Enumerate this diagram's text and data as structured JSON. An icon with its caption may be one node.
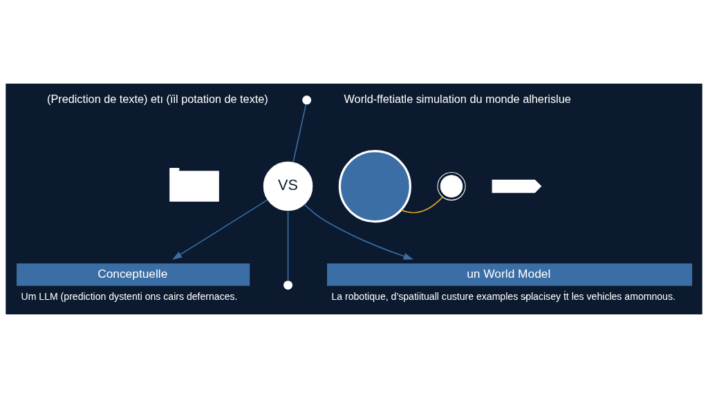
{
  "diagram": {
    "nodes": [
      {
        "text": [],
        "shape": "circle"
      },
      {
        "text": [],
        "shape": "picture"
      },
      {
        "text": [
          "VS"
        ]
      },
      {
        "text": [],
        "shape": "circle"
      },
      {
        "text": [],
        "shape": "picture"
      },
      {
        "text": [],
        "shape": "box"
      },
      {
        "text": [],
        "shape": "circle"
      },
      {
        "text": [
          "Conceptuelle"
        ],
        "beside": [
          "Um LLM (prediction dystenti ons cairs defernaces."
        ]
      },
      {
        "text": [
          "un World Model"
        ],
        "beside": [
          "La robotique, d’spatiituall custure examples s̷placisey ṫt les vehicles amomnous."
        ]
      }
    ],
    "edges": [
      {
        "from": 0,
        "to": 2,
        "arrow": "none"
      },
      {
        "from": 2,
        "to": 6,
        "arrow": "none"
      },
      {
        "from": 2,
        "to": 7,
        "arrow": "to"
      },
      {
        "from": 2,
        "to": 8,
        "arrow": "to"
      },
      {
        "from": 3,
        "to": 4,
        "arrow": "none",
        "color": "#e0a526"
      }
    ],
    "labels": [
      "(Prediction de texte) etı (ïil potation de texte)",
      "World-ffetiatle simulation du monde alherislue"
    ]
  }
}
